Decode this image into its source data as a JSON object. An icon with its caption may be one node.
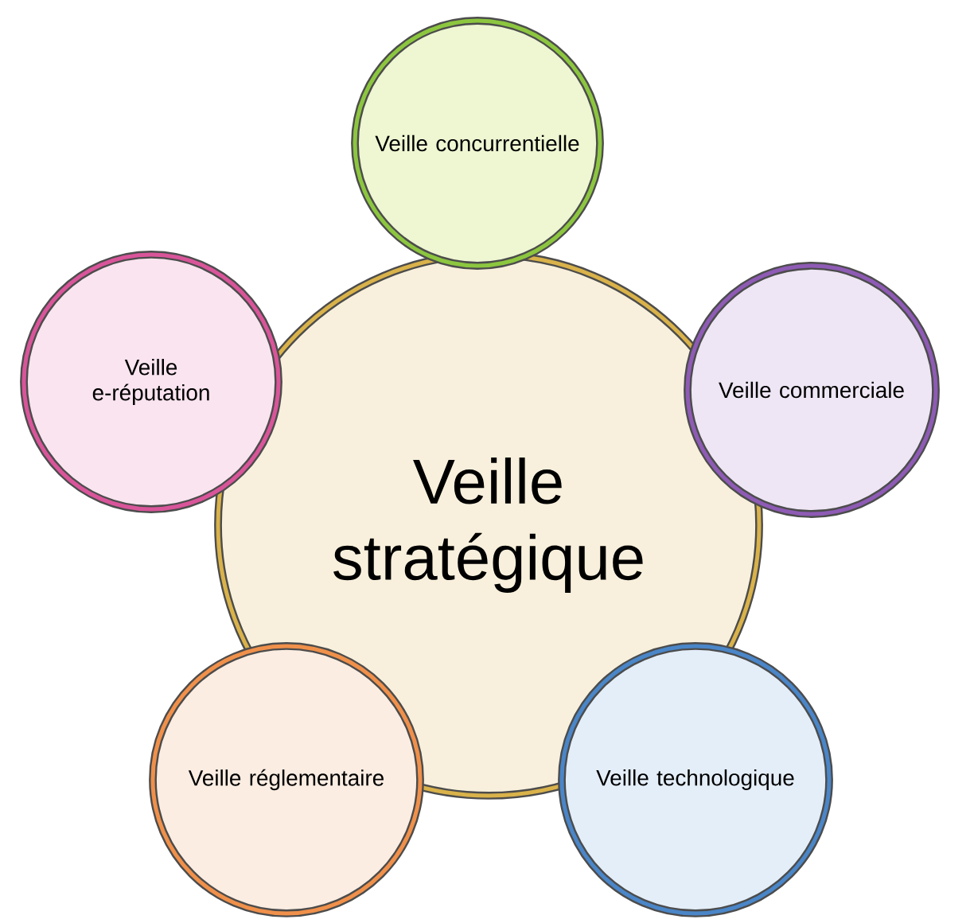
{
  "diagram": {
    "nodes": [
      {
        "text": [
          "Veille stratégique"
        ]
      },
      {
        "text": [
          "Veille concurrentielle"
        ]
      },
      {
        "text": [
          "Veille commerciale"
        ]
      },
      {
        "text": [
          "Veille technologique"
        ]
      },
      {
        "text": [
          "Veille réglementaire"
        ]
      },
      {
        "text": [
          "Veille e-réputation"
        ]
      }
    ]
  }
}
